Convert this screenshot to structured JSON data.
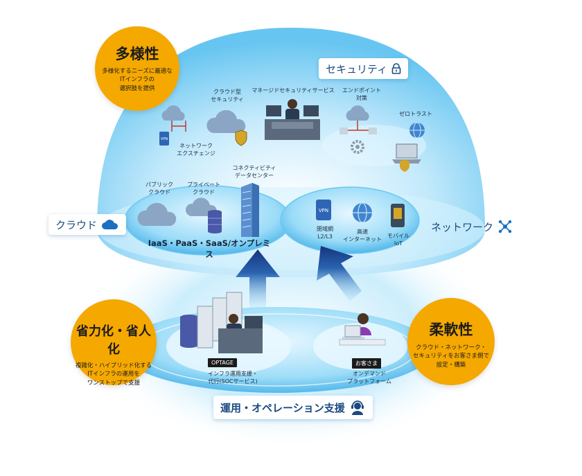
{
  "badges": {
    "diversity": {
      "title": "多様性",
      "desc": "多様化するニーズに最適な\nITインフラの\n選択肢を提供"
    },
    "efficiency": {
      "title": "省力化・省人化",
      "desc": "複雑化・ハイブリッド化する\nITインフラの運用を\nワンストップで支援"
    },
    "flexibility": {
      "title": "柔軟性",
      "desc": "クラウド・ネットワーク・\nセキュリティをお客さま側で\n設定・構築"
    }
  },
  "pills": {
    "security": "セキュリティ",
    "cloud": "クラウド",
    "network": "ネットワーク",
    "operation": "運用・オペレーション支援"
  },
  "security_items": {
    "cloud_security": "クラウド型\nセキュリティ",
    "managed_security": "マネージドセキュリティサービス",
    "endpoint": "エンドポイント\n対策",
    "zero_trust": "ゼロトラスト",
    "network_exchange": "ネットワーク\nエクスチェンジ"
  },
  "cloud_items": {
    "public_cloud": "パブリック\nクラウド",
    "private_cloud": "プライベート\nクラウド",
    "datacenter": "コネクティビティ\nデータセンター",
    "platform": "IaaS・PaaS・SaaS/オンプレミス"
  },
  "network_items": {
    "closed": "閉域網\nL2/L3",
    "internet": "高速\nインターネット",
    "mobile": "モバイル\nIoT"
  },
  "operation_items": {
    "optage_tag": "OPTAGE",
    "optage_desc": "インフラ運用支援・\n代行(SOCサービス)",
    "customer_tag": "お客さま",
    "customer_desc": "オンデマンド\nプラットフォーム"
  },
  "icons": {
    "lock": "lock-icon",
    "cloud": "cloud-icon",
    "network": "network-hub-icon",
    "support": "headset-support-icon"
  },
  "colors": {
    "badge": "#f5a800",
    "dome": "#5fc2f0",
    "disc": "#8ed8f8",
    "arrow": "#1a3d8a",
    "pill_text": "#1a4a80"
  }
}
